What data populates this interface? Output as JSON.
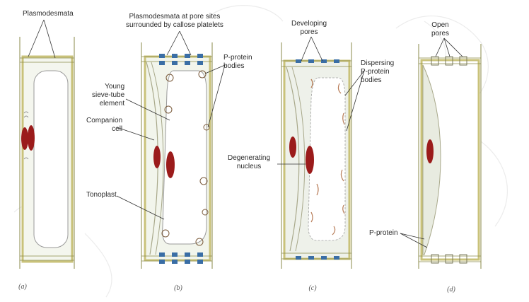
{
  "colors": {
    "wall": "#d9d27a",
    "wall_line": "#8a8a4a",
    "cytoplasm": "#eef1ea",
    "nucleus": "#9b1b1b",
    "callose": "#3a6ea5",
    "p_protein": "#b87c57",
    "background_sketch": "#ececec"
  },
  "panels": {
    "a": {
      "caption": "(a)",
      "labels": {
        "plasmodesmata": "Plasmodesmata"
      }
    },
    "b": {
      "caption": "(b)",
      "labels": {
        "plasmodesmata_pores_line1": "Plasmodesmata at pore sites",
        "plasmodesmata_pores_line2": "surrounded by callose platelets",
        "p_protein_bodies_line1": "P-protein",
        "p_protein_bodies_line2": "bodies",
        "young_line1": "Young",
        "young_line2": "sieve-tube",
        "young_line3": "element",
        "companion_line1": "Companion",
        "companion_line2": "cell",
        "tonoplast": "Tonoplast"
      }
    },
    "c": {
      "caption": "(c)",
      "labels": {
        "developing_line1": "Developing",
        "developing_line2": "pores",
        "dispersing_line1": "Dispersing",
        "dispersing_line2": "P-protein",
        "dispersing_line3": "bodies",
        "degenerating_line1": "Degenerating",
        "degenerating_line2": "nucleus"
      }
    },
    "d": {
      "caption": "(d)",
      "labels": {
        "open_line1": "Open",
        "open_line2": "pores",
        "p_protein": "P-protein"
      }
    }
  }
}
